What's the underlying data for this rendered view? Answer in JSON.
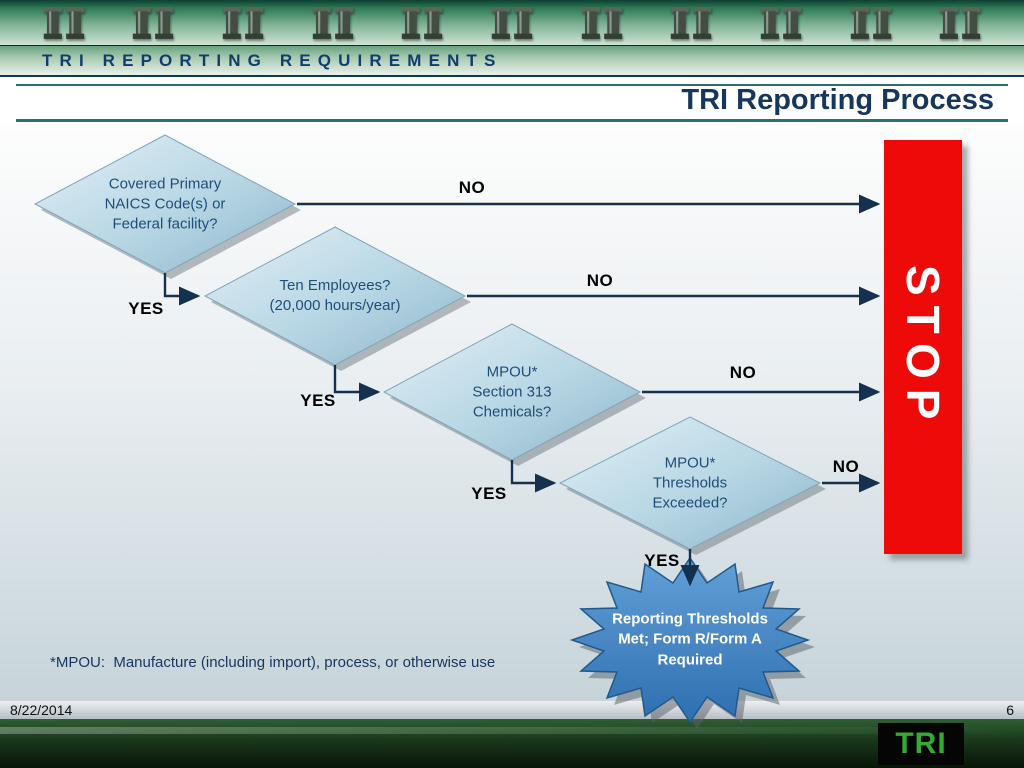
{
  "banner": {
    "icon_count": 11
  },
  "header": {
    "kicker": "TRI REPORTING REQUIREMENTS",
    "title": "TRI Reporting Process"
  },
  "flowchart": {
    "decisions": [
      {
        "label": "Covered Primary\nNAICS Code(s) or\nFederal facility?"
      },
      {
        "label": "Ten Employees?\n(20,000 hours/year)"
      },
      {
        "label": "MPOU*\nSection 313\nChemicals?"
      },
      {
        "label": "MPOU*\nThresholds\nExceeded?"
      }
    ],
    "no_label": "NO",
    "yes_label": "YES",
    "stop_label": "STOP",
    "result_label": "Reporting Thresholds\nMet; Form R/Form A\nRequired"
  },
  "footnote": "*MPOU:  Manufacture (including import), process, or otherwise use",
  "statusbar": {
    "date": "8/22/2014",
    "page_number": "6"
  },
  "footer": {
    "logo_text": "TRI"
  },
  "colors": {
    "stop_red": "#ef0a0a",
    "diamond_blue": "#b7d6e4",
    "star_blue": "#3d85c8",
    "accent_navy": "#17375e",
    "banner_green": "#2e7a57",
    "logo_green": "#35a933"
  }
}
